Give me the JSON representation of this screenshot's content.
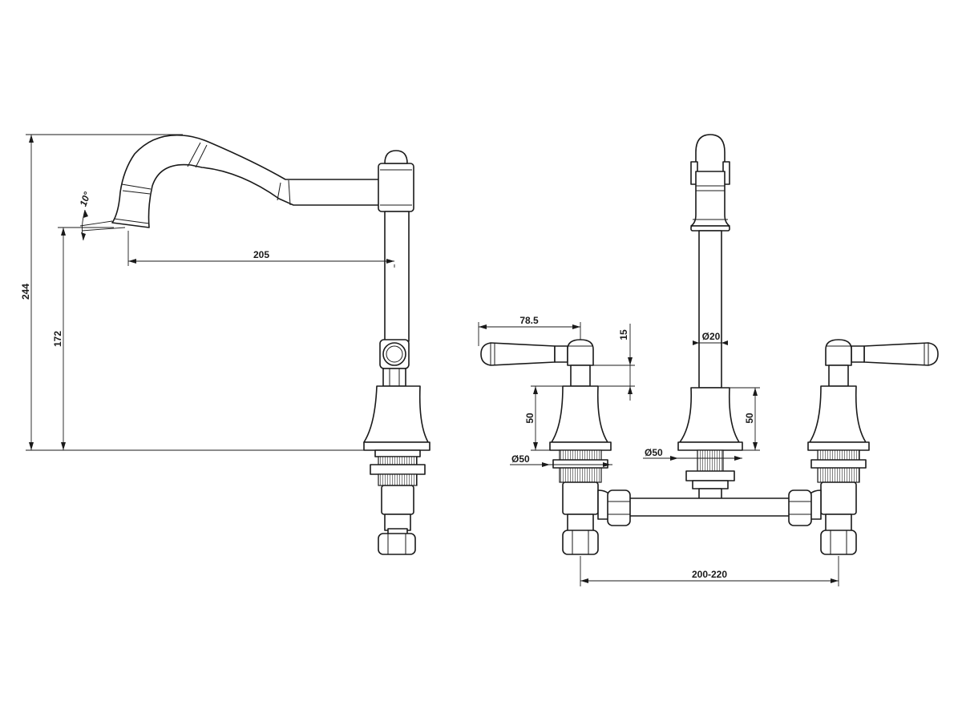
{
  "dimensions": {
    "overall_height": "244",
    "spout_height": "172",
    "spout_reach": "205",
    "spout_angle": "10°",
    "handle_reach": "78.5",
    "handle_height": "15",
    "body_height_left": "50",
    "body_height_right": "50",
    "spout_diameter": "Ø20",
    "base_diameter_left": "Ø50",
    "base_diameter_center": "Ø50",
    "centers": "200-220"
  }
}
